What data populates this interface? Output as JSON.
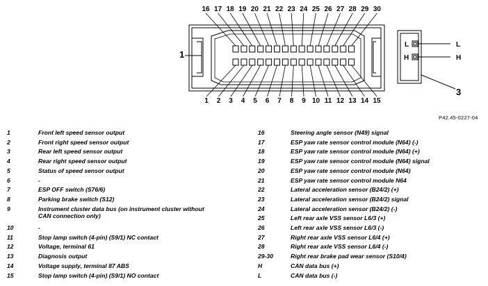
{
  "connector": {
    "top_pins": [
      "16",
      "17",
      "18",
      "19",
      "20",
      "21",
      "22",
      "23",
      "24",
      "25",
      "26",
      "27",
      "28",
      "29",
      "30"
    ],
    "bottom_pins": [
      "1",
      "2",
      "3",
      "4",
      "5",
      "6",
      "7",
      "8",
      "9",
      "10",
      "11",
      "12",
      "13",
      "14",
      "15"
    ],
    "callouts": [
      "1",
      "3"
    ],
    "side_pins": [
      "L",
      "H"
    ],
    "figure_ref": "P42.45-0227-04"
  },
  "legend": {
    "left": [
      {
        "code": "1",
        "desc": "Front left speed sensor output"
      },
      {
        "code": "2",
        "desc": "Front right speed sensor output"
      },
      {
        "code": "3",
        "desc": "Rear left speed sensor output"
      },
      {
        "code": "4",
        "desc": "Rear right speed sensor output"
      },
      {
        "code": "5",
        "desc": "Status of speed sensor output"
      },
      {
        "code": "6",
        "desc": "-"
      },
      {
        "code": "7",
        "desc": "ESP OFF switch (S76/6)"
      },
      {
        "code": "8",
        "desc": "Parking brake switch (S12)"
      },
      {
        "code": "9",
        "desc": "Instrument cluster data bus (on instrument cluster without CAN connection only)"
      },
      {
        "code": "10",
        "desc": "-"
      },
      {
        "code": "11",
        "desc": "Stop lamp switch (4-pin) (S9/1) NC contact"
      },
      {
        "code": "12",
        "desc": "Voltage, terminal 61"
      },
      {
        "code": "13",
        "desc": "Diagnosis output"
      },
      {
        "code": "14",
        "desc": "Voltage supply, terminal 87 ABS"
      },
      {
        "code": "15",
        "desc": "Stop lamp switch (4-pin) (S9/1) NO contact"
      }
    ],
    "right": [
      {
        "code": "16",
        "desc": "Steering angle sensor (N49) signal"
      },
      {
        "code": "17",
        "desc": "ESP yaw rate sensor control module (N64) (-)"
      },
      {
        "code": "18",
        "desc": "ESP yaw rate sensor control module (N64) (+)"
      },
      {
        "code": "19",
        "desc": "ESP yaw rate sensor control module (N64) signal"
      },
      {
        "code": "20",
        "desc": "ESP yaw rate sensor control module (N64)"
      },
      {
        "code": "21",
        "desc": "ESP yaw rate sensor control module N64"
      },
      {
        "code": "22",
        "desc": "Lateral acceleration sensor (B24/2) (+)"
      },
      {
        "code": "23",
        "desc": "Lateral acceleration sensor (B24/2) signal"
      },
      {
        "code": "24",
        "desc": "Lateral acceleration sensor (B24/2) (-)"
      },
      {
        "code": "25",
        "desc": "Left rear axle VSS sensor L6/3 (+)"
      },
      {
        "code": "26",
        "desc": "Left rear axle VSS sensor L6/3 (-)"
      },
      {
        "code": "27",
        "desc": "Right rear axle VSS sensor L6/4 (+)"
      },
      {
        "code": "28",
        "desc": "Right rear axle VSS sensor L6/4 (-)"
      },
      {
        "code": "29-30",
        "desc": "Right rear brake pad wear sensor (S10/4)"
      },
      {
        "code": "H",
        "desc": "CAN data bus (+)"
      },
      {
        "code": "L",
        "desc": "CAN data bus (-)"
      }
    ]
  }
}
